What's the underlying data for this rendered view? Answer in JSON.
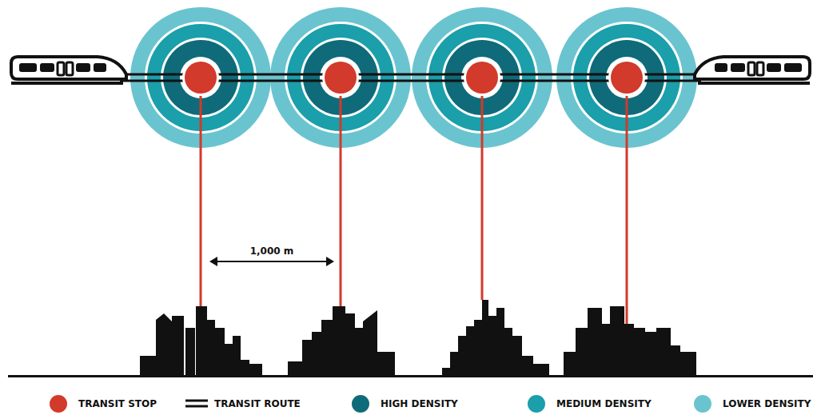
{
  "diagram": {
    "labels": [
      "1,000 m"
    ],
    "legend": [
      {
        "text": "TRANSIT STOP",
        "color": "#d23a2b"
      },
      {
        "text": "TRANSIT ROUTE"
      },
      {
        "text": "HIGH DENSITY",
        "color": "#0f6b79"
      },
      {
        "text": "MEDIUM DENSITY",
        "color": "#1a9fab"
      },
      {
        "text": "LOWER DENSITY",
        "color": "#6ac4cf"
      }
    ]
  }
}
